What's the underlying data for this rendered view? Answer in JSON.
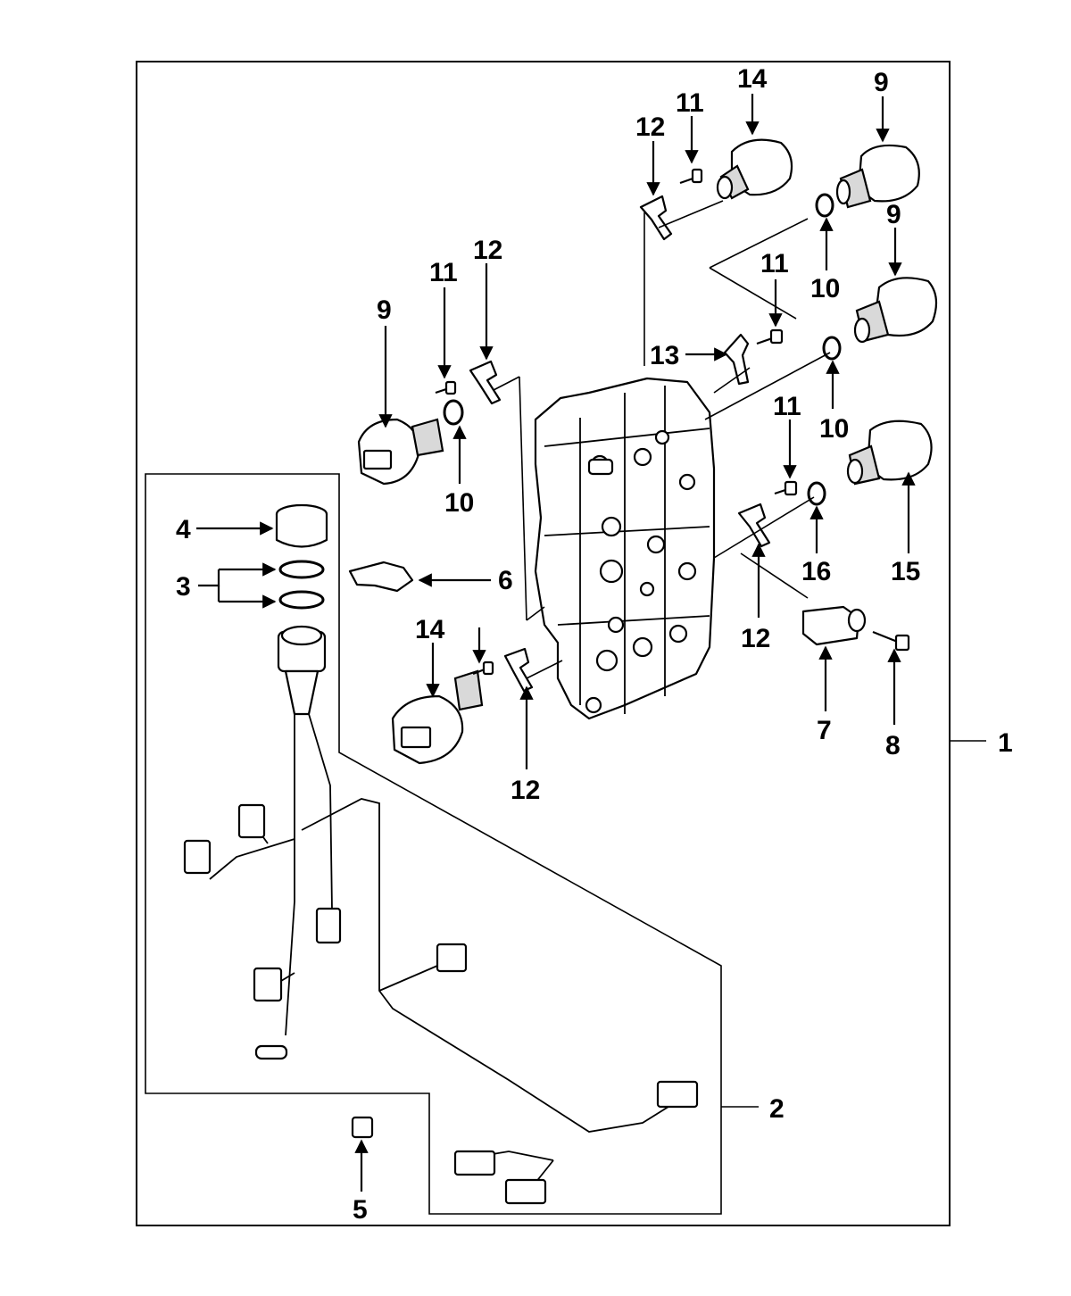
{
  "callouts": {
    "c1": "1",
    "c2": "2",
    "c3": "3",
    "c4": "4",
    "c5": "5",
    "c6": "6",
    "c7": "7",
    "c8": "8",
    "c9a": "9",
    "c9b": "9",
    "c9c": "9",
    "c10a": "10",
    "c10b": "10",
    "c10c": "10",
    "c11a": "11",
    "c11b": "11",
    "c11c": "11",
    "c11d": "11",
    "c12a": "12",
    "c12b": "12",
    "c12c": "12",
    "c12d": "12",
    "c13": "13",
    "c14a": "14",
    "c14b": "14",
    "c15": "15",
    "c16": "16"
  }
}
